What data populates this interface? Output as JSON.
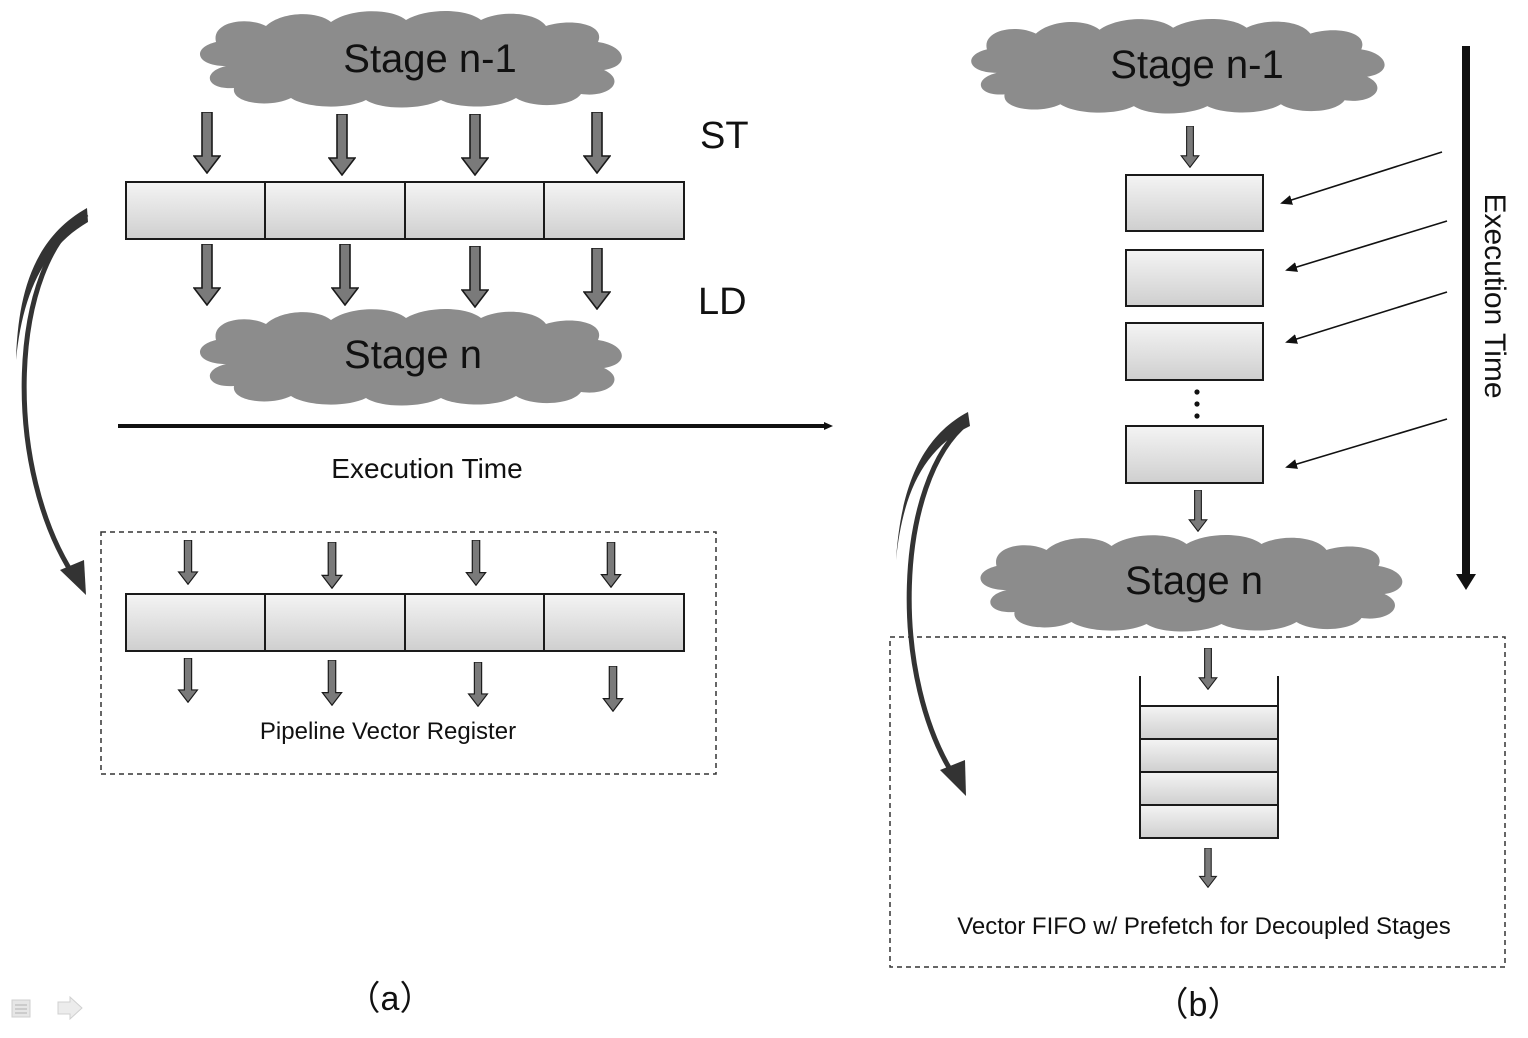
{
  "panel_a": {
    "cloud_top": "Stage n-1",
    "cloud_bottom": "Stage n",
    "store_label": "ST",
    "load_label": "LD",
    "time_label": "Execution Time",
    "register_caption": "Pipeline Vector Register",
    "caption": "（a）"
  },
  "panel_b": {
    "cloud_top": "Stage n-1",
    "cloud_bottom": "Stage n",
    "time_label": "Execution Time",
    "fifo_caption": "Vector FIFO w/ Prefetch for Decoupled Stages",
    "caption": "（b）"
  },
  "colors": {
    "cloud": "#8c8c8c",
    "arrow": "#7a7a7a",
    "box_fill_top": "#f4f4f4",
    "box_fill_bottom": "#d2d2d2",
    "stroke": "#1a1a1a"
  },
  "icons": [
    "slide-notes-icon",
    "next-arrow-icon"
  ]
}
